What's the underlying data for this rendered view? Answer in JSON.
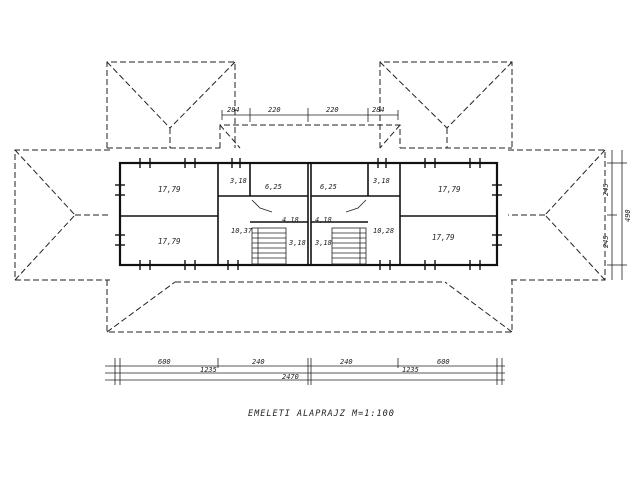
{
  "title": "EMELETI ALAPRAJZ M=1:100",
  "rooms": {
    "left_bedroom_top": "17,79",
    "left_bedroom_bottom": "17,79",
    "left_bath": "3,18",
    "left_room": "6,25",
    "left_hall": "10,37",
    "left_wc": "4,18",
    "left_stair": "3,18",
    "right_room": "6,25",
    "right_bath": "3,18",
    "right_bedroom_top": "17,79",
    "right_bedroom_bottom": "17,79",
    "right_hall": "10,28",
    "right_wc": "4,18",
    "right_stair": "3,18"
  },
  "dims_top": [
    "284",
    "220",
    "220",
    "284"
  ],
  "dims_bottom_upper": [
    "600",
    "240",
    "240",
    "600"
  ],
  "dims_bottom_mid": [
    "1235",
    "1235"
  ],
  "dims_bottom_total": "2470",
  "dims_right": [
    "245",
    "245",
    "490"
  ]
}
